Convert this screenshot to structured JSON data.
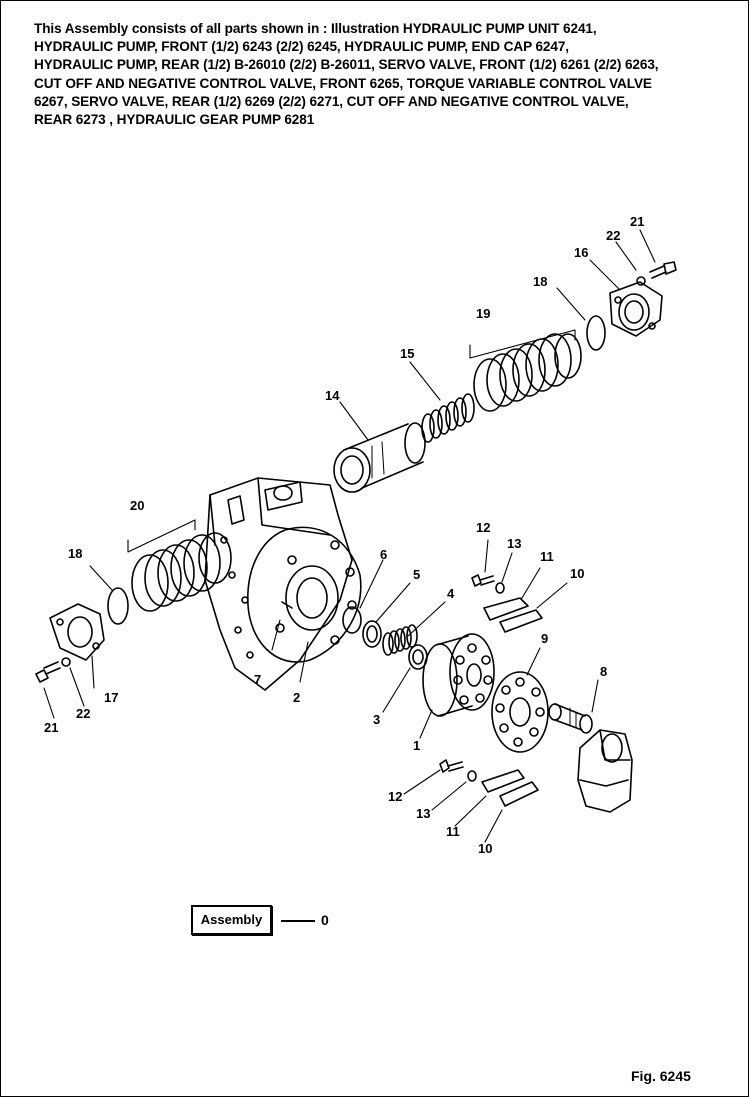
{
  "header": {
    "lines": [
      "This Assembly consists of all parts shown in : Illustration HYDRAULIC PUMP UNIT 6241,",
      "HYDRAULIC PUMP, FRONT (1/2) 6243  (2/2) 6245, HYDRAULIC PUMP, END CAP 6247,",
      "HYDRAULIC PUMP, REAR (1/2) B-26010 (2/2) B-26011, SERVO VALVE, FRONT (1/2) 6261 (2/2) 6263,",
      "CUT OFF AND NEGATIVE CONTROL VALVE, FRONT 6265, TORQUE VARIABLE CONTROL VALVE",
      "6267, SERVO VALVE, REAR (1/2) 6269 (2/2) 6271, CUT OFF AND  NEGATIVE CONTROL VALVE,",
      "REAR 6273 , HYDRAULIC GEAR PUMP 6281"
    ]
  },
  "callouts": {
    "c21_top": "21",
    "c22_top": "22",
    "c16": "16",
    "c18_top": "18",
    "c19": "19",
    "c15": "15",
    "c14": "14",
    "c20": "20",
    "c18_left": "18",
    "c12_top": "12",
    "c13_top": "13",
    "c11_top": "11",
    "c10_top": "10",
    "c6": "6",
    "c5": "5",
    "c4": "4",
    "c9": "9",
    "c8": "8",
    "c17": "17",
    "c22_bottom": "22",
    "c21_bottom": "21",
    "c7": "7",
    "c2": "2",
    "c3": "3",
    "c1": "1",
    "c12_bottom": "12",
    "c13_bottom": "13",
    "c11_bottom": "11",
    "c10_bottom": "10"
  },
  "assembly": {
    "label": "Assembly",
    "value": "0"
  },
  "figure": {
    "label": "Fig. 6245"
  }
}
